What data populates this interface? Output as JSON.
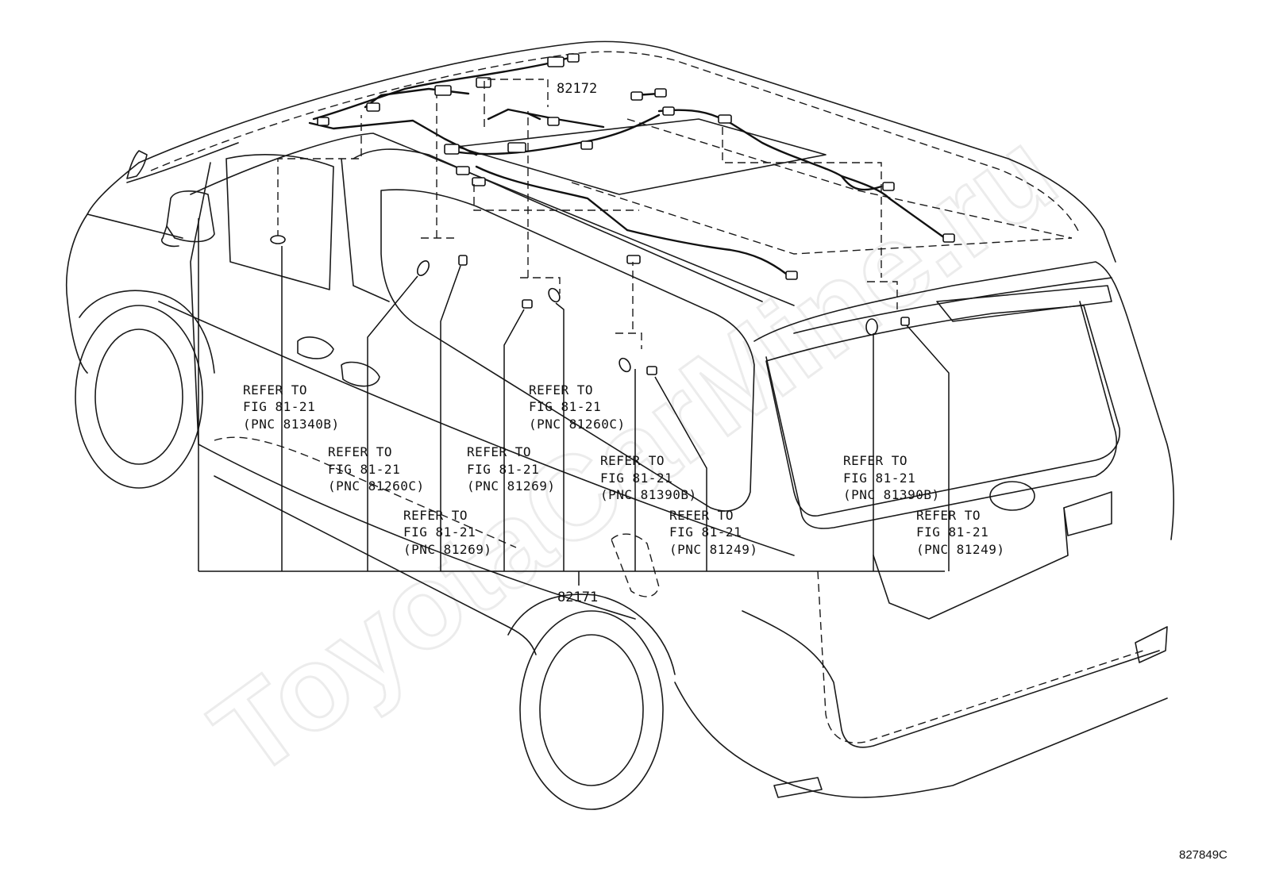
{
  "watermark": "ToyotaCarMine.ru",
  "parts": {
    "upper_harness": "82172",
    "lower_harness": "82171"
  },
  "callouts": [
    {
      "line1": "REFER TO",
      "line2": "FIG 81-21",
      "line3": "(PNC 81340B)"
    },
    {
      "line1": "REFER TO",
      "line2": "FIG 81-21",
      "line3": "(PNC 81260C)"
    },
    {
      "line1": "REFER TO",
      "line2": "FIG 81-21",
      "line3": "(PNC 81269)"
    },
    {
      "line1": "REFER TO",
      "line2": "FIG 81-21",
      "line3": "(PNC 81260C)"
    },
    {
      "line1": "REFER TO",
      "line2": "FIG 81-21",
      "line3": "(PNC 81269)"
    },
    {
      "line1": "REFER TO",
      "line2": "FIG 81-21",
      "line3": "(PNC 81390B)"
    },
    {
      "line1": "REFER TO",
      "line2": "FIG 81-21",
      "line3": "(PNC 81249)"
    },
    {
      "line1": "REFER TO",
      "line2": "FIG 81-21",
      "line3": "(PNC 81390B)"
    },
    {
      "line1": "REFER TO",
      "line2": "FIG 81-21",
      "line3": "(PNC 81249)"
    }
  ],
  "illustration_code": "827849C"
}
